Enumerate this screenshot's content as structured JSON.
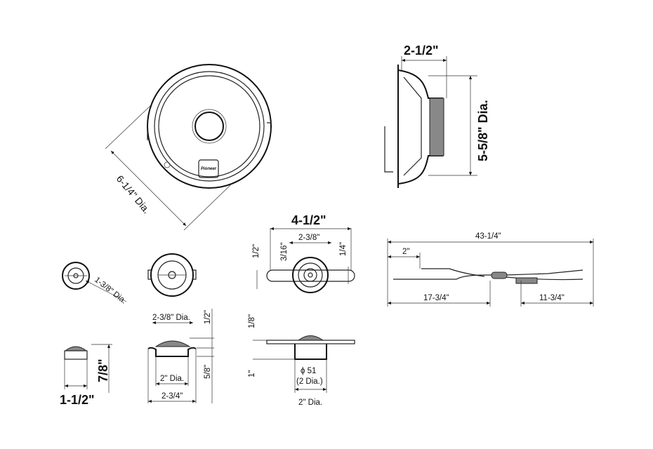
{
  "woofer": {
    "diameter": "6-1/4\" Dia.",
    "depth": "2-1/2\"",
    "mount_diameter": "5-5/8\" Dia.",
    "brand_mark": "Pioneer"
  },
  "tweeter_bracket": {
    "width": "4-1/2\"",
    "hole_spacing": "2-3/8\"",
    "left_height": "1/2\"",
    "slot": "3/16\"",
    "right_height": "1/4\"",
    "flange": "1/8\"",
    "depth": "1\"",
    "phi": "ϕ 51",
    "phi_inch": "(2 Dia.)",
    "bottom_dia": "2\" Dia."
  },
  "small_tweeter": {
    "diameter": "1-3/8\" Dia.",
    "height": "7/8\"",
    "width": "1-1/2\""
  },
  "flush_tweeter": {
    "top_dia": "2-3/8\" Dia.",
    "top_height": "1/2\"",
    "inner_dia": "2\" Dia.",
    "lower_height": "5/8\"",
    "width": "2-3/4\""
  },
  "cable": {
    "total": "43-1/4\"",
    "short": "2\"",
    "left": "17-3/4\"",
    "right": "11-3/4\""
  }
}
